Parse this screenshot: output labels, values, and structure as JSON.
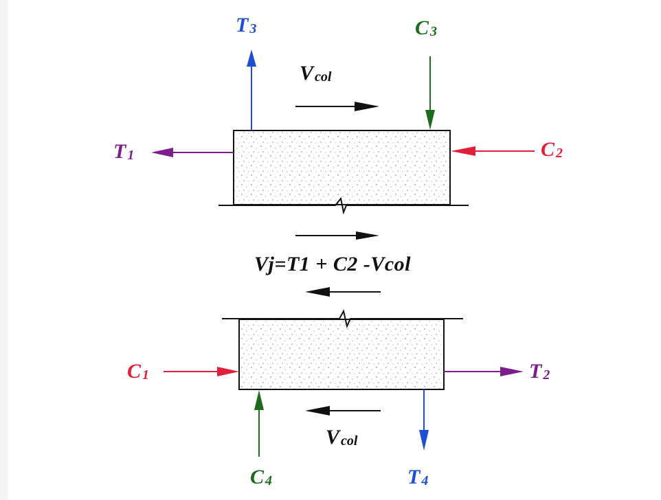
{
  "colors": {
    "purple": "#7d1d8c",
    "blue": "#1d4fd6",
    "green": "#1e6b1e",
    "red": "#e0203a",
    "black": "#111111",
    "stipple": "#9a8f9a"
  },
  "labels": {
    "T3": {
      "main": "T",
      "sub": "3"
    },
    "C3": {
      "main": "C",
      "sub": "3"
    },
    "T1": {
      "main": "T",
      "sub": "1"
    },
    "C2": {
      "main": "C",
      "sub": "2"
    },
    "C1": {
      "main": "C",
      "sub": "1"
    },
    "T2": {
      "main": "T",
      "sub": "2"
    },
    "C4": {
      "main": "C",
      "sub": "4"
    },
    "T4": {
      "main": "T",
      "sub": "4"
    },
    "vcol_top": {
      "main": "V",
      "sub": "col"
    },
    "vcol_bottom": {
      "main": "V",
      "sub": "col"
    }
  },
  "equation": "Vj=T1 + C2 -Vcol"
}
